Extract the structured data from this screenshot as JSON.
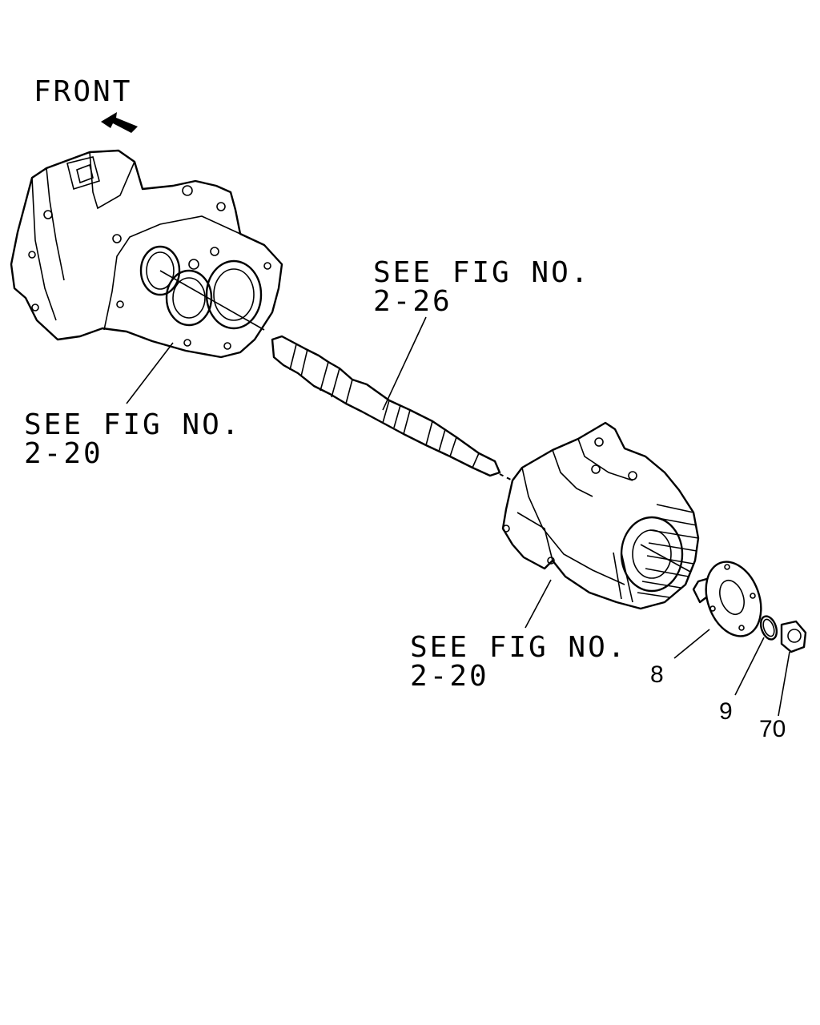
{
  "direction": {
    "label": "FRONT",
    "icon": "arrow-left-icon"
  },
  "callouts": {
    "front_case": {
      "line1": "SEE FIG NO.",
      "line2": "2-20"
    },
    "mainshaft": {
      "line1": "SEE FIG NO.",
      "line2": "2-26"
    },
    "rear_case": {
      "line1": "SEE FIG NO.",
      "line2": "2-20"
    }
  },
  "part_numbers": {
    "flange": "8",
    "oring": "9",
    "nut": "70"
  }
}
